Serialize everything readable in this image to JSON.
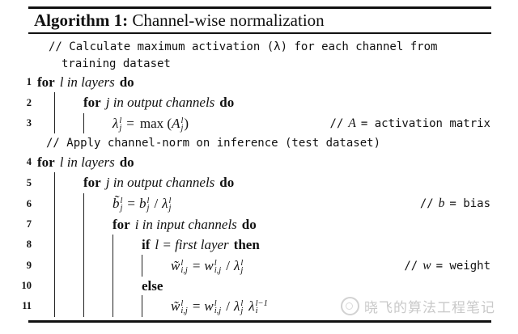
{
  "header": {
    "label": "Algorithm 1:",
    "title": "Channel-wise normalization"
  },
  "comments": {
    "calc_line1": "// Calculate maximum activation (λ) for each channel from",
    "calc_line2": "training dataset",
    "apply": "// Apply channel-norm on inference (test dataset)"
  },
  "inline_comments": {
    "activation": {
      "prefix": "//",
      "var": "A",
      "rest": "= activation matrix"
    },
    "bias": {
      "prefix": "//",
      "var": "b",
      "rest": "= bias"
    },
    "weight": {
      "prefix": "//",
      "var": "w",
      "rest": "= weight"
    }
  },
  "lines": {
    "1": {
      "num": "1",
      "kw_for": "for",
      "iter": "l in layers",
      "kw_do": "do"
    },
    "2": {
      "num": "2",
      "kw_for": "for",
      "iter": "j in output channels",
      "kw_do": "do"
    },
    "3": {
      "num": "3",
      "lhs": "λ",
      "lhs_sup": "l",
      "lhs_sub": "j",
      "eq": "=",
      "fn": "max (",
      "rhs": "A",
      "rhs_sup": "l",
      "rhs_sub": "j",
      "close": ")"
    },
    "4": {
      "num": "4",
      "kw_for": "for",
      "iter": "l in layers",
      "kw_do": "do"
    },
    "5": {
      "num": "5",
      "kw_for": "for",
      "iter": "j in output channels",
      "kw_do": "do"
    },
    "6": {
      "num": "6",
      "lhs": "b̃",
      "lhs_sup": "l",
      "lhs_sub": "j",
      "eq": "=",
      "rhs": "b",
      "rhs_sup": "l",
      "rhs_sub": "j",
      "div": "/",
      "den": "λ",
      "den_sup": "l",
      "den_sub": "j"
    },
    "7": {
      "num": "7",
      "kw_for": "for",
      "iter": "i in input channels",
      "kw_do": "do"
    },
    "8": {
      "num": "8",
      "kw_if": "if",
      "cond": "l = first layer",
      "kw_then": "then"
    },
    "9": {
      "num": "9",
      "lhs": "w̃",
      "lhs_sup": "l",
      "lhs_sub": "i,j",
      "eq": "=",
      "rhs": "w",
      "rhs_sup": "l",
      "rhs_sub": "i,j",
      "div": "/",
      "den": "λ",
      "den_sup": "l",
      "den_sub": "j"
    },
    "10": {
      "num": "10",
      "kw_else": "else"
    },
    "11": {
      "num": "11",
      "lhs": "w̃",
      "lhs_sup": "l",
      "lhs_sub": "i,j",
      "eq": "=",
      "rhs": "w",
      "rhs_sup": "l",
      "rhs_sub": "i,j",
      "div": "/",
      "den": "λ",
      "den_sup": "l",
      "den_sub": "j",
      "den2": "λ",
      "den2_sup": "l−1",
      "den2_sub": "i"
    }
  },
  "watermark": {
    "text": "晓飞的算法工程笔记",
    "icon": "logo-circle-icon",
    "color": "#c9c9c9"
  },
  "colors": {
    "background": "#ffffff",
    "text": "#111111",
    "rule": "#111111",
    "watermark": "#c9c9c9"
  }
}
